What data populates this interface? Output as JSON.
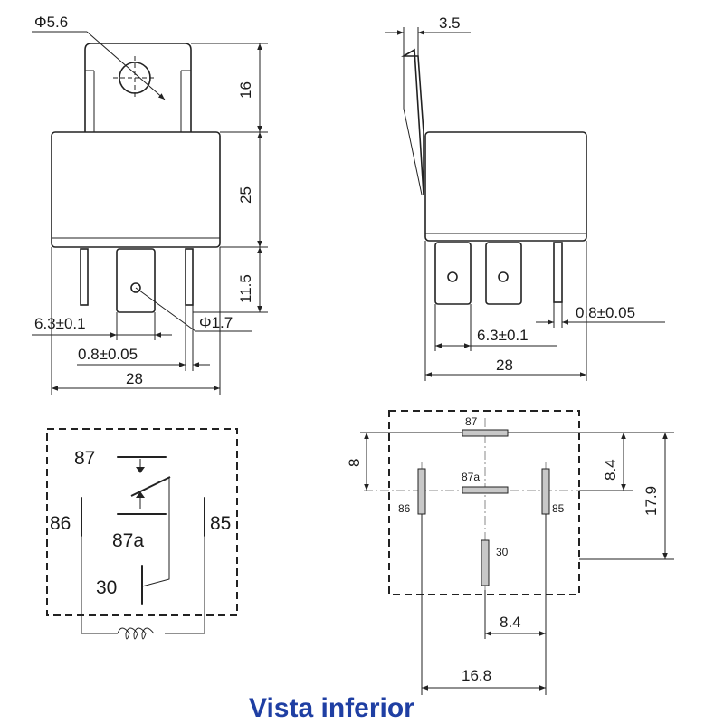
{
  "front_view": {
    "hole_diameter": "Φ5.6",
    "bracket_height": "16",
    "body_height": "25",
    "pin_length": "11.5",
    "pin_width": "6.3±0.1",
    "pin_hole": "Φ1.7",
    "pin_thickness": "0.8±0.05",
    "width": "28"
  },
  "side_view": {
    "bracket_thickness": "3.5",
    "pin_thickness": "0.8±0.05",
    "pin_width": "6.3±0.1",
    "width": "28"
  },
  "schematic": {
    "pin_87": "87",
    "pin_87a": "87a",
    "pin_86": "86",
    "pin_85": "85",
    "pin_30": "30"
  },
  "bottom_view": {
    "pin_87": "87",
    "pin_87a": "87a",
    "pin_86": "86",
    "pin_85": "85",
    "pin_30": "30",
    "dim_8": "8",
    "dim_8_4_vertical": "8.4",
    "dim_17_9": "17.9",
    "dim_8_4_horizontal": "8.4",
    "dim_16_8": "16.8"
  },
  "caption": "Vista inferior"
}
